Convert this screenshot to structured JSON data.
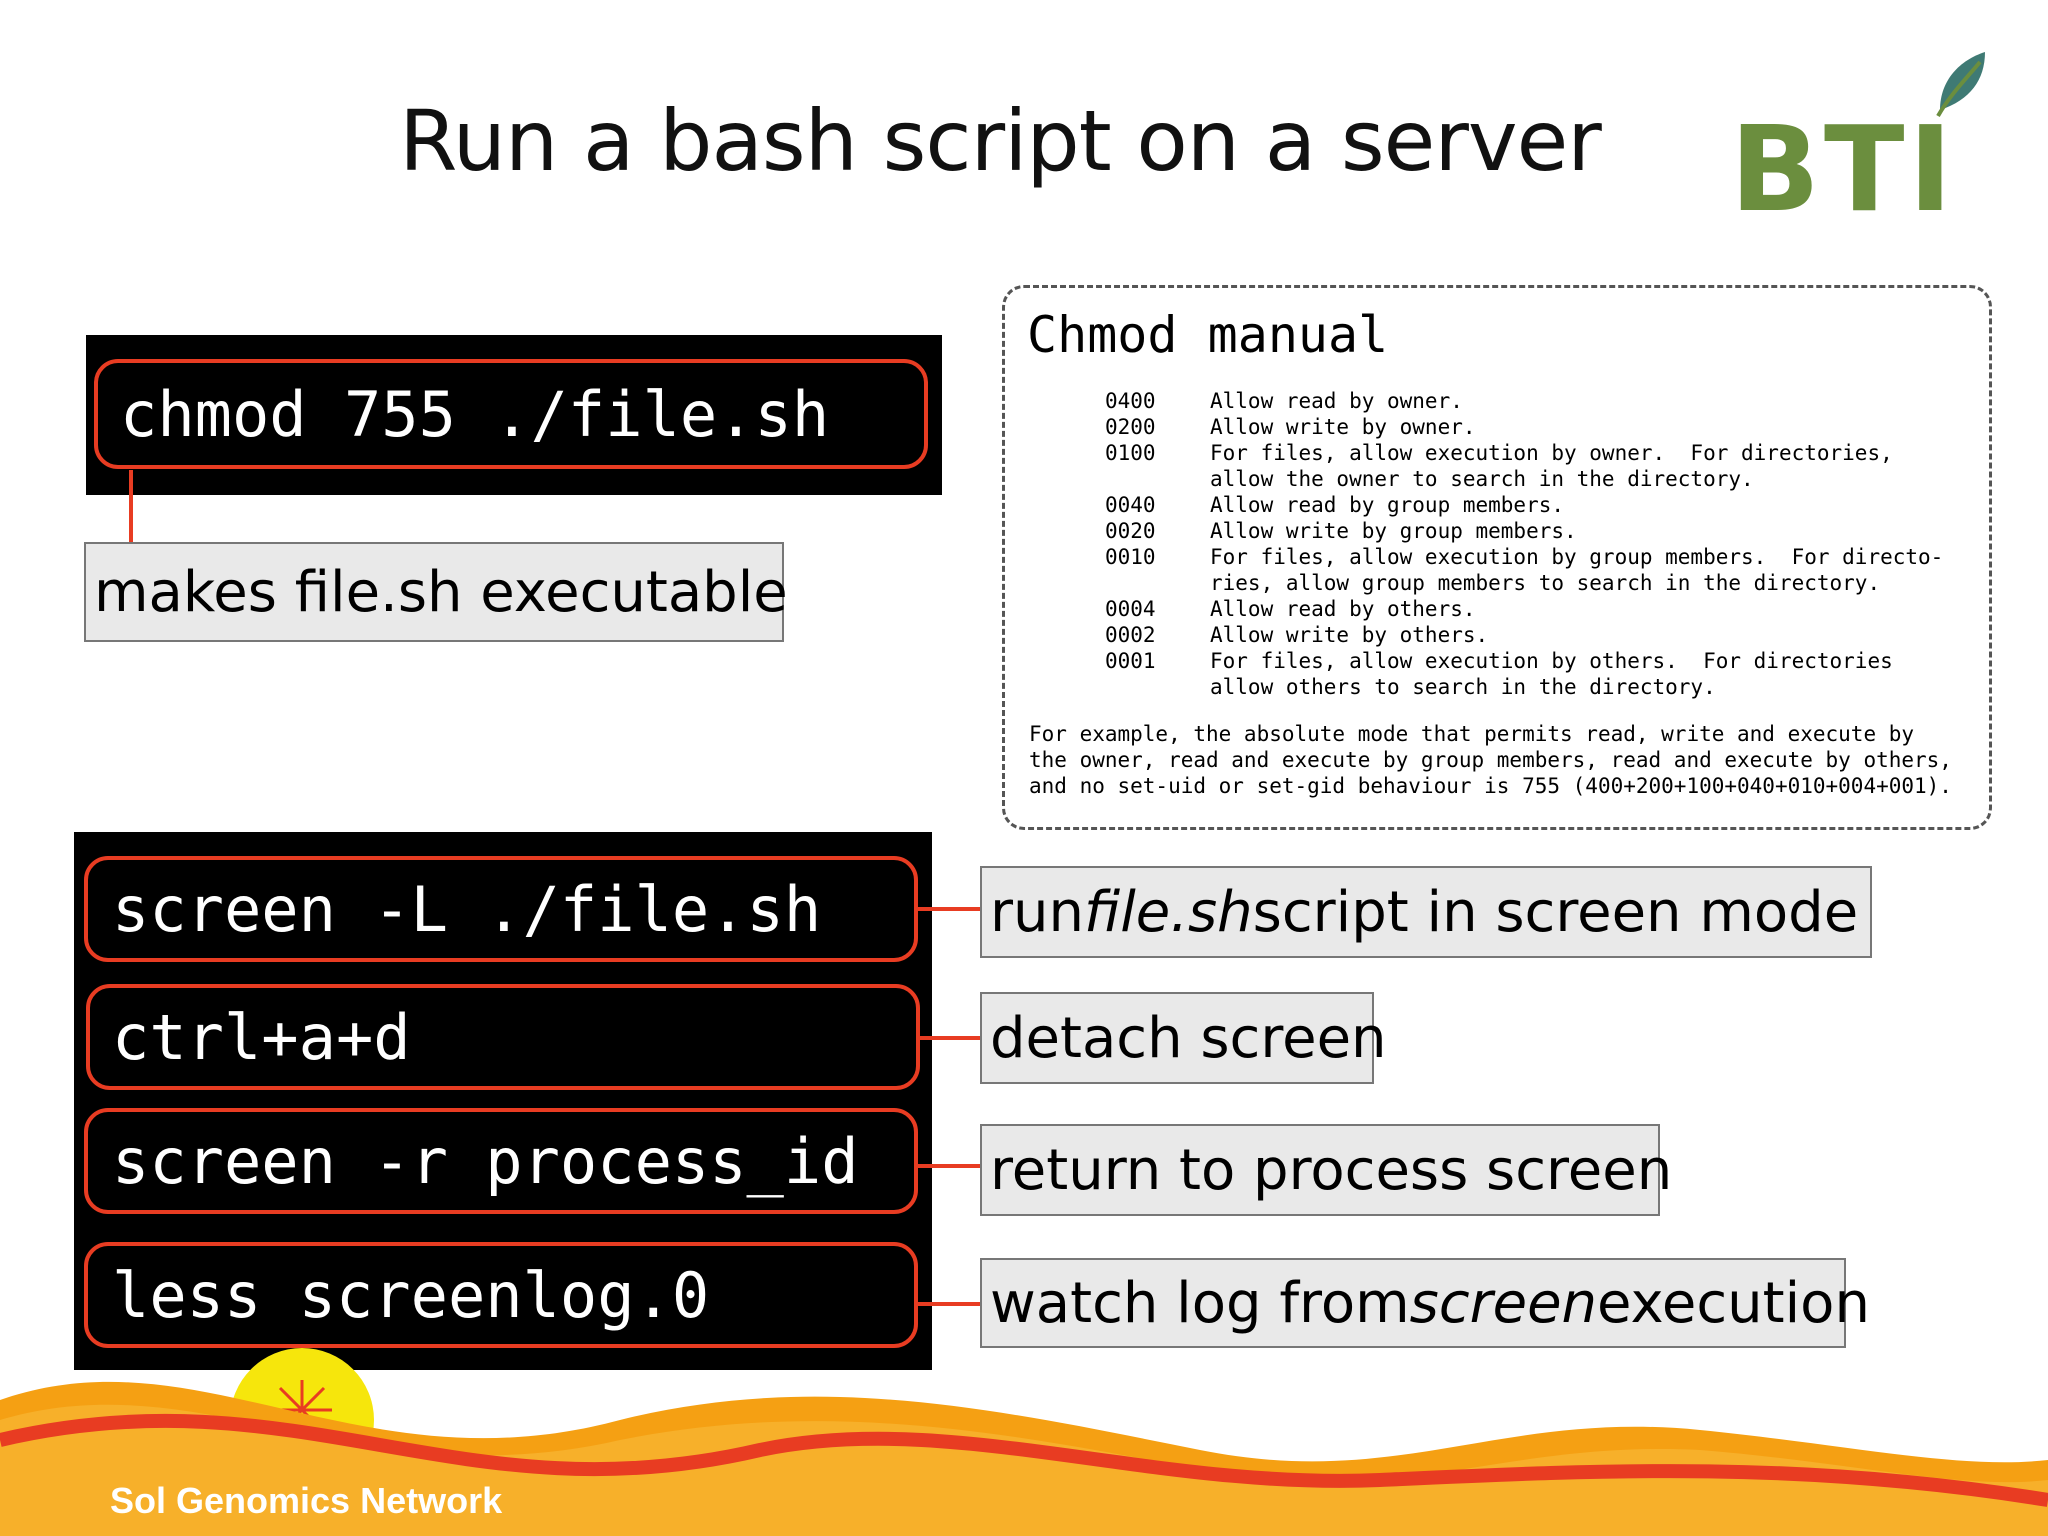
{
  "title": "Run a bash script on a server",
  "logo": {
    "text": "BTI",
    "color": "#6b8e3e",
    "leaf_color": "#3f7a74"
  },
  "accent": "#e83c22",
  "top_command": {
    "text": "chmod 755 ./file.sh",
    "callout": "makes file.sh executable"
  },
  "manual": {
    "title": "Chmod manual",
    "rows": [
      {
        "code": "0400",
        "desc": "Allow read by owner."
      },
      {
        "code": "0200",
        "desc": "Allow write by owner."
      },
      {
        "code": "0100",
        "desc": "For files, allow execution by owner.  For directories,"
      },
      {
        "code": "",
        "desc": "allow the owner to search in the directory."
      },
      {
        "code": "0040",
        "desc": "Allow read by group members."
      },
      {
        "code": "0020",
        "desc": "Allow write by group members."
      },
      {
        "code": "0010",
        "desc": "For files, allow execution by group members.  For directo-"
      },
      {
        "code": "",
        "desc": "ries, allow group members to search in the directory."
      },
      {
        "code": "0004",
        "desc": "Allow read by others."
      },
      {
        "code": "0002",
        "desc": "Allow write by others."
      },
      {
        "code": "0001",
        "desc": "For files, allow execution by others.  For directories"
      },
      {
        "code": "",
        "desc": "allow others to search in the directory."
      }
    ],
    "example_lines": [
      "For example, the absolute mode that permits read, write and execute by",
      "the owner, read and execute by group members, read and execute by others,",
      "and no set-uid or set-gid behaviour is 755 (400+200+100+040+010+004+001)."
    ]
  },
  "commands": [
    {
      "text": "screen -L ./file.sh",
      "callout_pre": "run ",
      "callout_em": "file.sh",
      "callout_post": " script in screen mode"
    },
    {
      "text": "ctrl+a+d",
      "callout_pre": "detach screen",
      "callout_em": "",
      "callout_post": ""
    },
    {
      "text": "screen -r process_id",
      "callout_pre": "return to process screen",
      "callout_em": "",
      "callout_post": ""
    },
    {
      "text": "less screenlog.0",
      "callout_pre": "watch log from ",
      "callout_em": "screen",
      "callout_post": " execution"
    }
  ],
  "footer": {
    "text": "Sol Genomics Network"
  }
}
